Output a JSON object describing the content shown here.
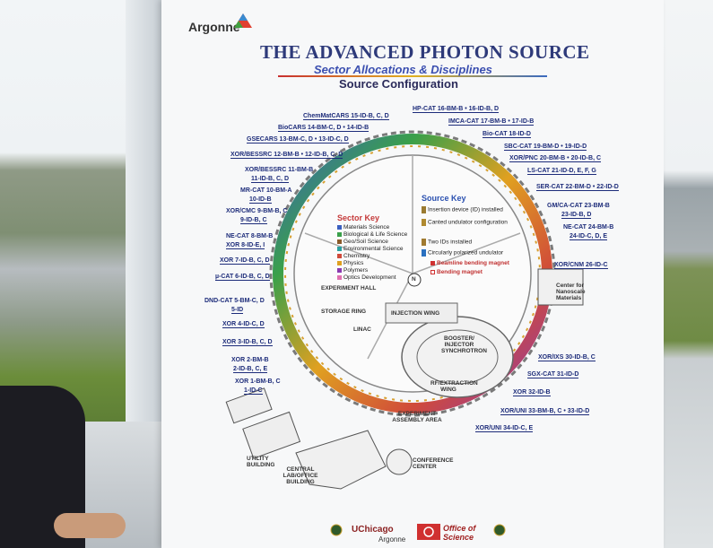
{
  "header": {
    "org": "Argonne",
    "title": "THE ADVANCED PHOTON SOURCE",
    "subtitle": "Sector Allocations & Disciplines",
    "subtitle2": "Source Configuration"
  },
  "sector_labels_left": [
    "ChemMatCARS 15-ID-B, C, D",
    "BioCARS 14-BM-C, D • 14-ID-B",
    "GSECARS 13-BM-C, D • 13-ID-C, D",
    "XOR/BESSRC 12-BM-B • 12-ID-B, C, D",
    "XOR/BESSRC 11-BM-B",
    "11-ID-B, C, D",
    "MR-CAT 10-BM-A",
    "10-ID-B",
    "XOR/CMC 9-BM-B, C",
    "9-ID-B, C",
    "NE-CAT 8-BM-B",
    "XOR 8-ID-E, I",
    "XOR 7-ID-B, C, D",
    "µ-CAT 6-ID-B, C, D",
    "DND-CAT 5-BM-C, D",
    "5-ID",
    "XOR 4-ID-C, D",
    "XOR 3-ID-B, C, D",
    "XOR 2-BM-B",
    "2-ID-B, C, E",
    "XOR 1-BM-B, C",
    "1-ID-C"
  ],
  "sector_labels_right": [
    "HP-CAT 16-BM-B • 16-ID-B, D",
    "IMCA-CAT 17-BM-B • 17-ID-B",
    "Bio-CAT 18-ID-D",
    "SBC-CAT 19-BM-D • 19-ID-D",
    "XOR/PNC 20-BM-B • 20-ID-B, C",
    "LS-CAT 21-ID-D, E, F, G",
    "SER-CAT 22-BM-D • 22-ID-D",
    "GM/CA-CAT 23-BM-B",
    "23-ID-B, D",
    "NE-CAT 24-BM-B",
    "24-ID-C, D, E",
    "XOR/CNM 26-ID-C",
    "XOR/IXS 30-ID-B, C",
    "SGX-CAT 31-ID-D",
    "XOR 32-ID-B",
    "XOR/UNI 33-BM-B, C • 33-ID-D",
    "XOR/UNI 34-ID-C, E"
  ],
  "sector_key": {
    "title": "Sector Key",
    "items": [
      {
        "label": "Materials Science",
        "color": "#3a5fc0"
      },
      {
        "label": "Biological & Life Science",
        "color": "#3aa04a"
      },
      {
        "label": "Geo/Soil Science",
        "color": "#8a5a2a"
      },
      {
        "label": "Environmental Science",
        "color": "#2aa0a0"
      },
      {
        "label": "Chemistry",
        "color": "#d04a3a"
      },
      {
        "label": "Physics",
        "color": "#e0a020"
      },
      {
        "label": "Polymers",
        "color": "#8a3ab0"
      },
      {
        "label": "Optics Development",
        "color": "#e070b0"
      }
    ]
  },
  "source_key": {
    "title": "Source Key",
    "items": [
      {
        "label": "Insertion device (ID) installed",
        "color": "#9a7a30"
      },
      {
        "label": "Canted undulator configuration",
        "color": "#b08a30"
      },
      {
        "label": "Two IDs installed",
        "color": "#a07a30"
      },
      {
        "label": "Circularly polarized undulator",
        "color": "#2a70c0"
      },
      {
        "label": "Beamline bending magnet",
        "color": "#d03030"
      },
      {
        "label": "Bending magnet",
        "color": "#ffffff"
      }
    ]
  },
  "map_labels": {
    "experiment_hall": "EXPERIMENT HALL",
    "storage_ring": "STORAGE RING",
    "linac": "LINAC",
    "injection_wing": "INJECTION WING",
    "booster": "BOOSTER/ INJECTOR SYNCHROTRON",
    "rf_wing": "RF/EXTRACTION WING",
    "assembly": "EXPERIMENT ASSEMBLY AREA",
    "utility": "UTILITY BUILDING",
    "central_lab": "CENTRAL LAB/OFFICE BUILDING",
    "conference": "CONFERENCE CENTER",
    "cnm": "Center for Nanoscale Materials",
    "north": "N"
  },
  "footer": {
    "uchicago": "UChicago",
    "argonne": "Argonne",
    "office": "Office of Science"
  }
}
